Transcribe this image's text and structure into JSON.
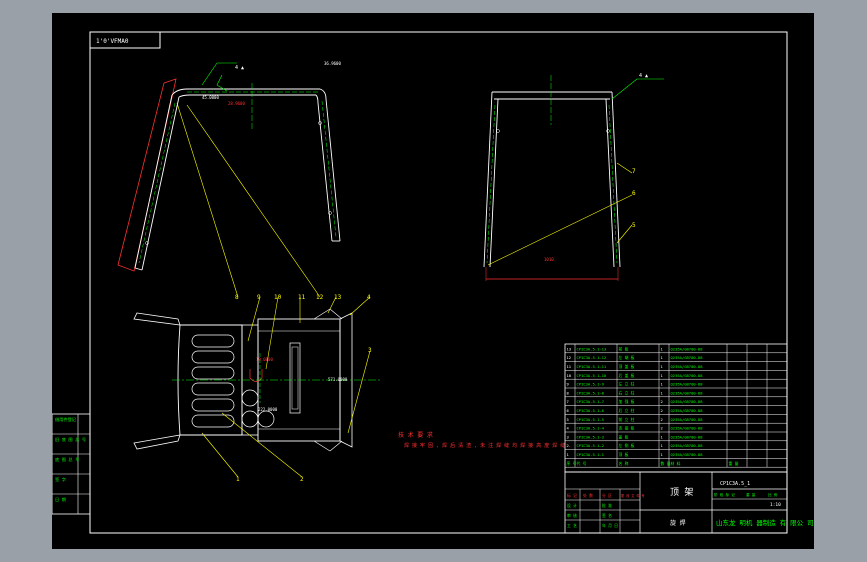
{
  "viewer": {
    "background_color": "#9aa0a8",
    "canvas_color": "#000000"
  },
  "drawing": {
    "corner_tag": "1'0'VFMA0",
    "company": "山东龙 明机 器制造 有 限公 司",
    "title": "顶 架",
    "material": "旋 焊",
    "drawing_no": "CP1C3A.5_1",
    "scale": "1:10",
    "tech_requirements_title": "技 术 要 求",
    "tech_requirements_text": "焊 接 牢 固 , 焊 后 清 渣 , 未 注 焊 缝 均 焊 接 高 度 焊 缝 ."
  },
  "dimensions": {
    "side_top": "36.9600",
    "side_angle": "45.0000",
    "side_top2": "28.9600",
    "front_width": "1010",
    "plan_mid": "571.0000",
    "plan_dim1": "19.0000",
    "plan_dim2": "222.0000"
  },
  "balloons": [
    "1",
    "2",
    "3",
    "4",
    "5",
    "6",
    "7",
    "8",
    "9",
    "10",
    "11",
    "12",
    "13"
  ],
  "bom": {
    "rows": [
      {
        "no": "13",
        "code": "CP1C3A.5.1-13",
        "name": "前 板",
        "qty": "1",
        "mat": "Q235A/GB700-88"
      },
      {
        "no": "12",
        "code": "CP1C3A.5.1-12",
        "name": "左 端 板",
        "qty": "1",
        "mat": "Q235A/GB700-88"
      },
      {
        "no": "11",
        "code": "CP1C3A.5.1-11",
        "name": "顶 盖 板",
        "qty": "1",
        "mat": "Q235A/GB700-88"
      },
      {
        "no": "10",
        "code": "CP1C3A.5.1-10",
        "name": "后 盖 板",
        "qty": "1",
        "mat": "Q235A/GB700-88"
      },
      {
        "no": "9",
        "code": "CP1C3A.5.1-9",
        "name": "左 立 柱",
        "qty": "1",
        "mat": "Q235A/GB700-88"
      },
      {
        "no": "8",
        "code": "CP1C3A.5.1-8",
        "name": "右 立 柱",
        "qty": "1",
        "mat": "Q235A/GB700-88"
      },
      {
        "no": "7",
        "code": "CP1C3A.5.1-7",
        "name": "加 强 板",
        "qty": "2",
        "mat": "Q235A/GB700-88"
      },
      {
        "no": "6",
        "code": "CP1C3A.5.1-6",
        "name": "后 立 柱",
        "qty": "2",
        "mat": "Q235A/GB700-88"
      },
      {
        "no": "5",
        "code": "CP1C3A.5.1-5",
        "name": "前 立 柱",
        "qty": "2",
        "mat": "Q235A/GB700-88"
      },
      {
        "no": "4",
        "code": "CP1C3A.5.1-4",
        "name": "连 接 板",
        "qty": "2",
        "mat": "Q235A/GB700-88"
      },
      {
        "no": "3",
        "code": "CP1C3A.5.1-3",
        "name": "盖 板",
        "qty": "1",
        "mat": "Q235A/GB700-88"
      },
      {
        "no": "2",
        "code": "CP1C3A.5.1-2",
        "name": "左 侧 板",
        "qty": "1",
        "mat": "Q235A/GB700-88"
      },
      {
        "no": "1",
        "code": "CP1C3A.5.1-1",
        "name": "顶 板",
        "qty": "1",
        "mat": "Q235A/GB700-88"
      }
    ],
    "header": {
      "no": "序 号",
      "code": "代 号",
      "name": "名 称",
      "qty": "数 量",
      "mat": "材 料",
      "weight": "重 量"
    }
  },
  "side_panel": [
    "借用件登记",
    "旧 底 图 总 号",
    "底 图 总 号",
    "签 字",
    "日 期"
  ],
  "title_block_labels": [
    "标 记",
    "处 数",
    "分 区",
    "更 改 文 件 号",
    "签 名",
    "年 月 日",
    "设 计",
    "审 核",
    "工 艺",
    "批 准",
    "阶 段 标 记",
    "重 量",
    "比 例"
  ]
}
